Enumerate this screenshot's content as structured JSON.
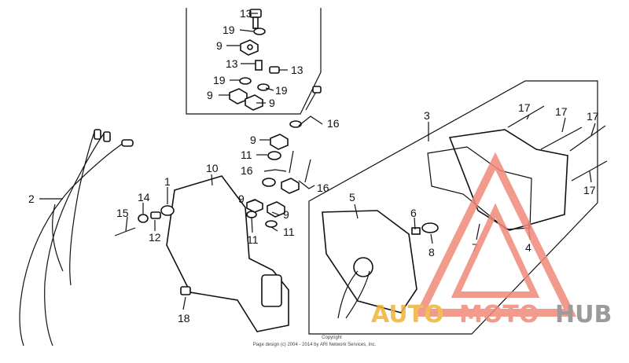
{
  "callouts": [
    "13",
    "19",
    "9",
    "13",
    "13",
    "19",
    "19",
    "9",
    "9",
    "16",
    "9",
    "11",
    "16",
    "16",
    "9",
    "9",
    "11",
    "11",
    "3",
    "17",
    "17",
    "17",
    "17",
    "10",
    "1",
    "14",
    "15",
    "12",
    "2",
    "5",
    "6",
    "8",
    "7",
    "4",
    "18"
  ],
  "copyright": {
    "line1": "Copyright",
    "line2": "Page design (c) 2004 - 2014 by ARI Network Services, Inc."
  },
  "watermark": {
    "auto": "AUTO",
    "moto": "MOTO",
    "hub": "HUB",
    "color_red": "#f08a7a",
    "color_orange": "#f0b23a",
    "color_gray": "#8a8a8a"
  }
}
